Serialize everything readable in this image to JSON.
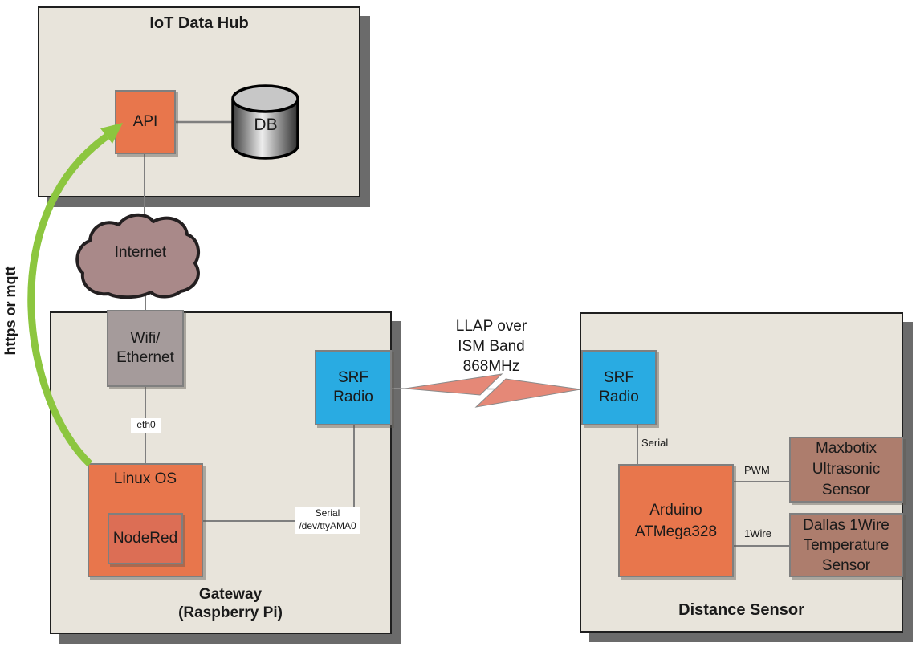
{
  "colors": {
    "panel_fill": "#e8e4db",
    "panel_border": "#1f1f1f",
    "panel_shadow": "#6b6b6b",
    "orange": "#e8764c",
    "orange_dark": "#dc6e55",
    "blue": "#29abe2",
    "gray_box": "#a59b9b",
    "cloud_mauve": "#a98989",
    "sensor_brown": "#ad7d6d",
    "arrow_green": "#8cc63f",
    "bolt_salmon": "#e58877",
    "connector_gray": "#7f7f7f"
  },
  "hub": {
    "title": "IoT Data Hub",
    "api": "API",
    "db": "DB"
  },
  "internet": {
    "label": "Internet"
  },
  "uplink": {
    "label": "https or mqtt"
  },
  "gateway": {
    "title_line1": "Gateway",
    "title_line2": "(Raspberry Pi)",
    "wifi": "Wifi/ Ethernet",
    "eth0": "eth0",
    "linux": "Linux OS",
    "nodered": "NodeRed",
    "srf_line1": "SRF",
    "srf_line2": "Radio",
    "serial_line1": "Serial",
    "serial_line2": "/dev/ttyAMA0"
  },
  "radio_link": {
    "line1": "LLAP over",
    "line2": "ISM Band",
    "line3": "868MHz"
  },
  "sensor": {
    "title": "Distance Sensor",
    "srf_line1": "SRF",
    "srf_line2": "Radio",
    "serial": "Serial",
    "arduino": "Arduino ATMega328",
    "pwm": "PWM",
    "onewire": "1Wire",
    "maxbotix": "Maxbotix Ultrasonic Sensor",
    "dallas": "Dallas 1Wire Temperature Sensor"
  }
}
